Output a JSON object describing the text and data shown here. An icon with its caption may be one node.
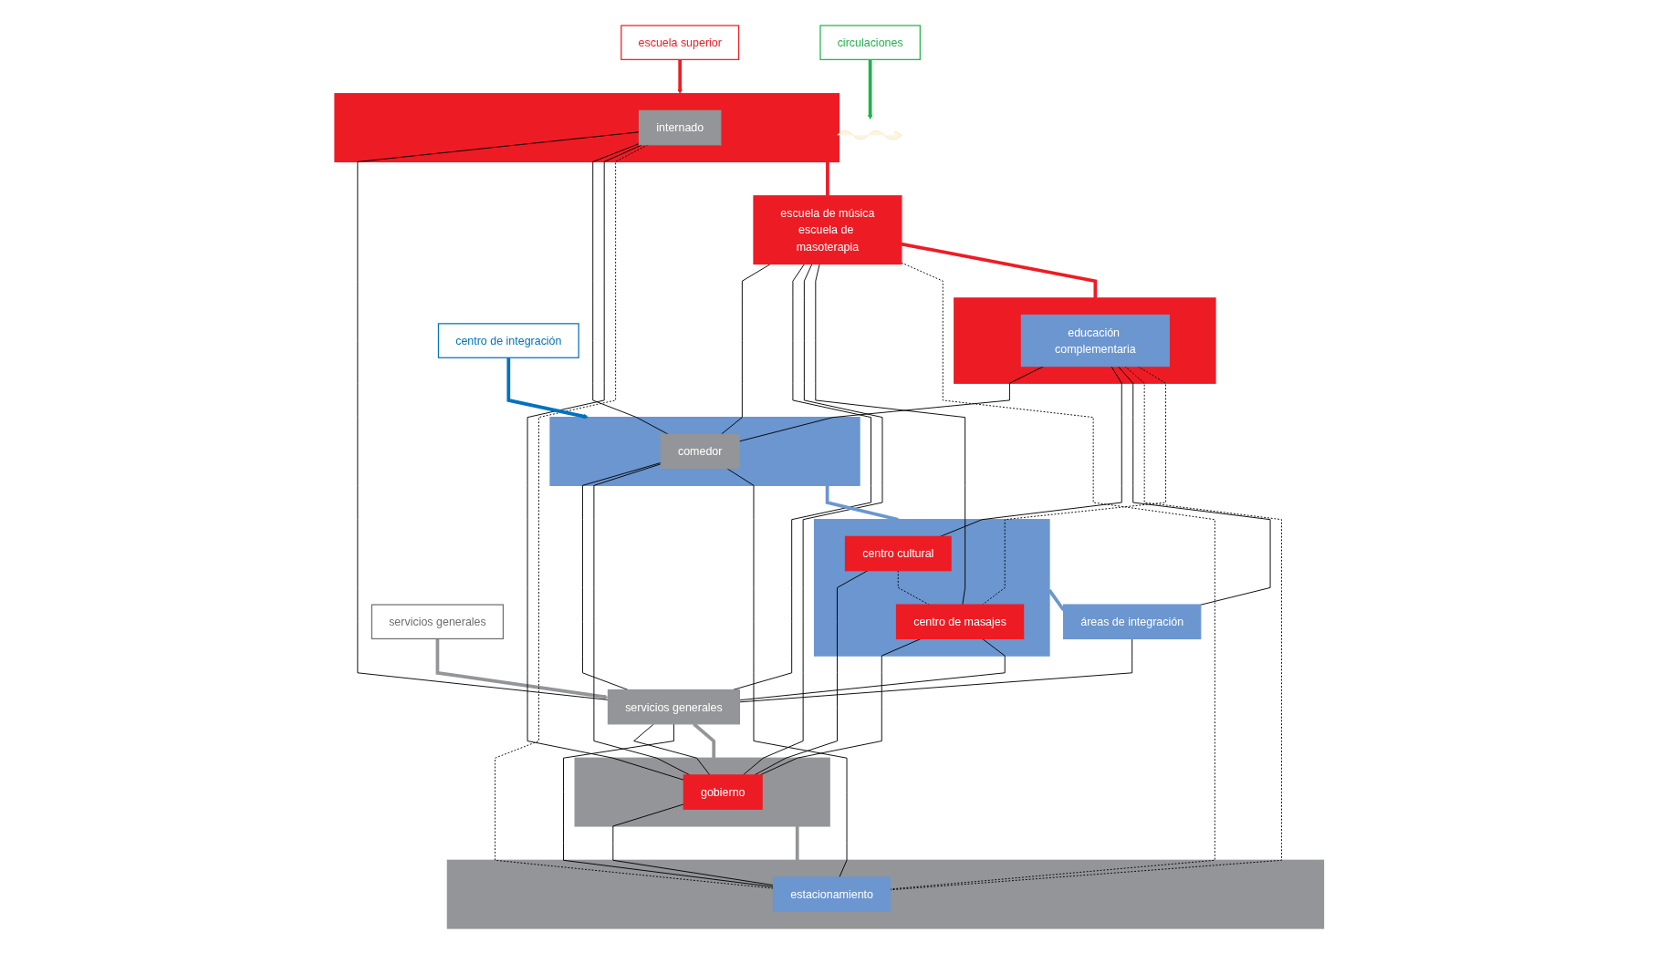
{
  "diagram": {
    "nodes": [
      {
        "text": [
          "escuela superior"
        ]
      },
      {
        "text": [
          "centro de integración"
        ]
      },
      {
        "text": [
          "servicios generales"
        ]
      },
      {
        "text": [
          "circulaciones"
        ]
      },
      {
        "text": [],
        "shape": "box"
      },
      {
        "text": [
          "internado"
        ],
        "in": 4
      },
      {
        "text": [
          "escuela de música",
          "escuela de masoterapia"
        ]
      },
      {
        "text": [],
        "shape": "box"
      },
      {
        "text": [
          "educación complementaria"
        ],
        "in": 7
      },
      {
        "text": [],
        "shape": "box"
      },
      {
        "text": [
          "comedor"
        ],
        "in": 9
      },
      {
        "text": [],
        "shape": "box"
      },
      {
        "text": [
          "centro cultural"
        ],
        "in": 11
      },
      {
        "text": [
          "centro de masajes"
        ],
        "in": 11
      },
      {
        "text": [
          "áreas de integración"
        ]
      },
      {
        "text": [
          "servicios generales"
        ]
      },
      {
        "text": [],
        "shape": "box"
      },
      {
        "text": [
          "gobierno"
        ],
        "in": 16
      },
      {
        "text": [],
        "shape": "box"
      },
      {
        "text": [
          "estacionamiento"
        ],
        "in": 18
      },
      {
        "text": [],
        "shape": "picture"
      }
    ],
    "edges": [
      {
        "from": 0,
        "to": 4,
        "arrow": "to",
        "style": "thick",
        "color": "#ed1c24"
      },
      {
        "from": 1,
        "to": 9,
        "arrow": "to",
        "style": "thick",
        "color": "#0072bc"
      },
      {
        "from": 2,
        "to": 15,
        "arrow": "to",
        "style": "thick",
        "color": "#939598"
      },
      {
        "from": 3,
        "to": 20,
        "arrow": "to",
        "style": "thick",
        "color": "#22b14c"
      },
      {
        "from": 4,
        "to": 6,
        "arrow": "none",
        "style": "thick",
        "color": "#ed1c24"
      },
      {
        "from": 6,
        "to": 7,
        "arrow": "none",
        "style": "thick",
        "color": "#ed1c24"
      },
      {
        "from": 9,
        "to": 11,
        "arrow": "none",
        "style": "thick",
        "color": "#6b96cf"
      },
      {
        "from": 11,
        "to": 14,
        "arrow": "none",
        "style": "thick",
        "color": "#6b96cf"
      },
      {
        "from": 15,
        "to": 16,
        "arrow": "none",
        "style": "thick",
        "color": "#939598"
      },
      {
        "from": 16,
        "to": 18,
        "arrow": "none",
        "style": "thick",
        "color": "#939598"
      },
      {
        "from": 5,
        "to": 15,
        "arrow": "none"
      },
      {
        "from": 5,
        "to": 10,
        "arrow": "none"
      },
      {
        "from": 5,
        "to": 17,
        "arrow": "none"
      },
      {
        "from": 5,
        "to": 19,
        "arrow": "none",
        "style": "dashed"
      },
      {
        "from": 6,
        "to": 10,
        "arrow": "none"
      },
      {
        "from": 6,
        "to": 15,
        "arrow": "none"
      },
      {
        "from": 6,
        "to": 17,
        "arrow": "none"
      },
      {
        "from": 6,
        "to": 13,
        "arrow": "none"
      },
      {
        "from": 6,
        "to": 19,
        "arrow": "none",
        "style": "dashed"
      },
      {
        "from": 8,
        "to": 10,
        "arrow": "none"
      },
      {
        "from": 8,
        "to": 12,
        "arrow": "none"
      },
      {
        "from": 8,
        "to": 14,
        "arrow": "none"
      },
      {
        "from": 8,
        "to": 19,
        "arrow": "none",
        "style": "dashed"
      },
      {
        "from": 8,
        "to": 13,
        "arrow": "none",
        "style": "dashed"
      },
      {
        "from": 10,
        "to": 15,
        "arrow": "none"
      },
      {
        "from": 10,
        "to": 17,
        "arrow": "none"
      },
      {
        "from": 10,
        "to": 19,
        "arrow": "none"
      },
      {
        "from": 12,
        "to": 17,
        "arrow": "none"
      },
      {
        "from": 12,
        "to": 13,
        "arrow": "none",
        "style": "dashed"
      },
      {
        "from": 13,
        "to": 17,
        "arrow": "none"
      },
      {
        "from": 13,
        "to": 15,
        "arrow": "none"
      },
      {
        "from": 14,
        "to": 15,
        "arrow": "none"
      },
      {
        "from": 15,
        "to": 17,
        "arrow": "none"
      },
      {
        "from": 15,
        "to": 19,
        "arrow": "none"
      },
      {
        "from": 17,
        "to": 19,
        "arrow": "none"
      }
    ]
  }
}
